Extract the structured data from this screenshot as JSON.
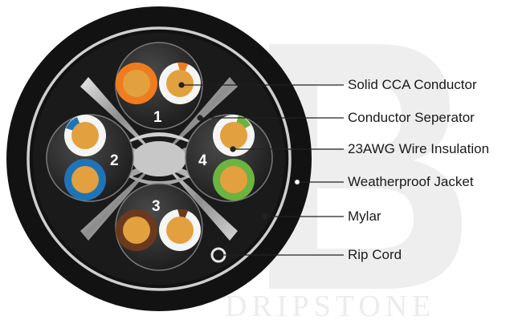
{
  "watermark": {
    "text": "DRIPSTONE",
    "monogram": "B"
  },
  "pairs": [
    {
      "number": "1",
      "wires": [
        "orange",
        "white-orange"
      ]
    },
    {
      "number": "2",
      "wires": [
        "white-blue",
        "blue"
      ]
    },
    {
      "number": "3",
      "wires": [
        "brown",
        "white-brown"
      ]
    },
    {
      "number": "4",
      "wires": [
        "white-green",
        "green"
      ]
    }
  ],
  "callouts": [
    {
      "label": "Solid CCA Conductor"
    },
    {
      "label": "Conductor Seperator"
    },
    {
      "label": "23AWG Wire Insulation"
    },
    {
      "label": "Weatherproof Jacket"
    },
    {
      "label": "Mylar"
    },
    {
      "label": "Rip Cord"
    }
  ],
  "colors": {
    "jacket": "#111111",
    "mylar": "#c9c9c9",
    "orange": "#f07c1e",
    "blue": "#1f74b8",
    "green": "#6cb43f",
    "brown": "#6b3a1e",
    "copper": "#e2a03f"
  }
}
